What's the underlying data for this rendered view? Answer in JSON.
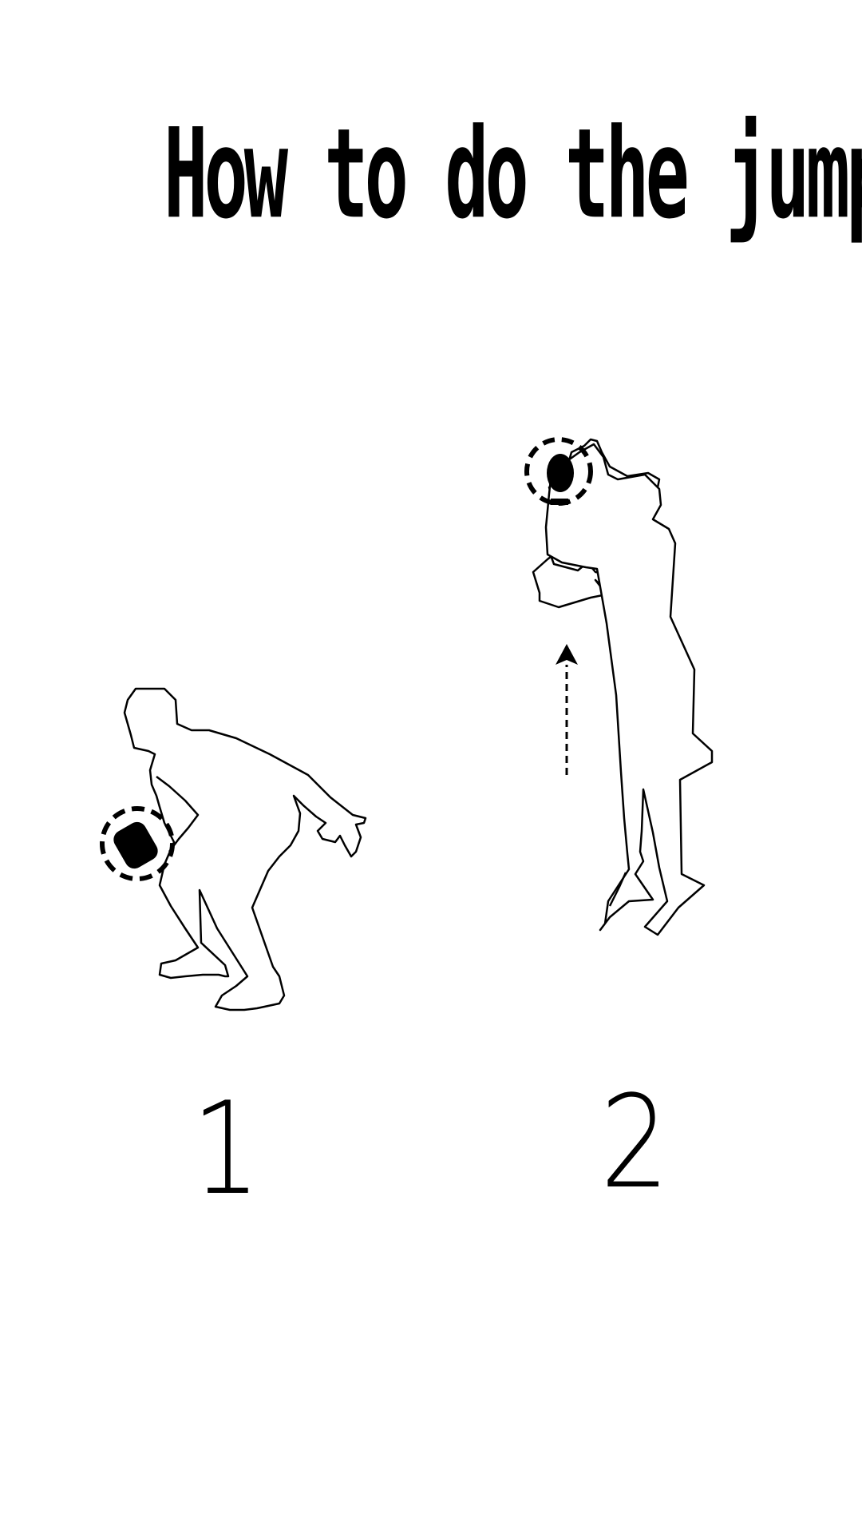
{
  "title": "How to do the jump",
  "steps": [
    {
      "number": "1",
      "figure": "crouching-player-icon",
      "ball": "basketball-icon"
    },
    {
      "number": "2",
      "figure": "jumping-player-icon",
      "ball": "basketball-icon",
      "motion": "up-arrow-icon"
    }
  ],
  "colors": {
    "background": "#ffffff",
    "ink": "#000000"
  }
}
